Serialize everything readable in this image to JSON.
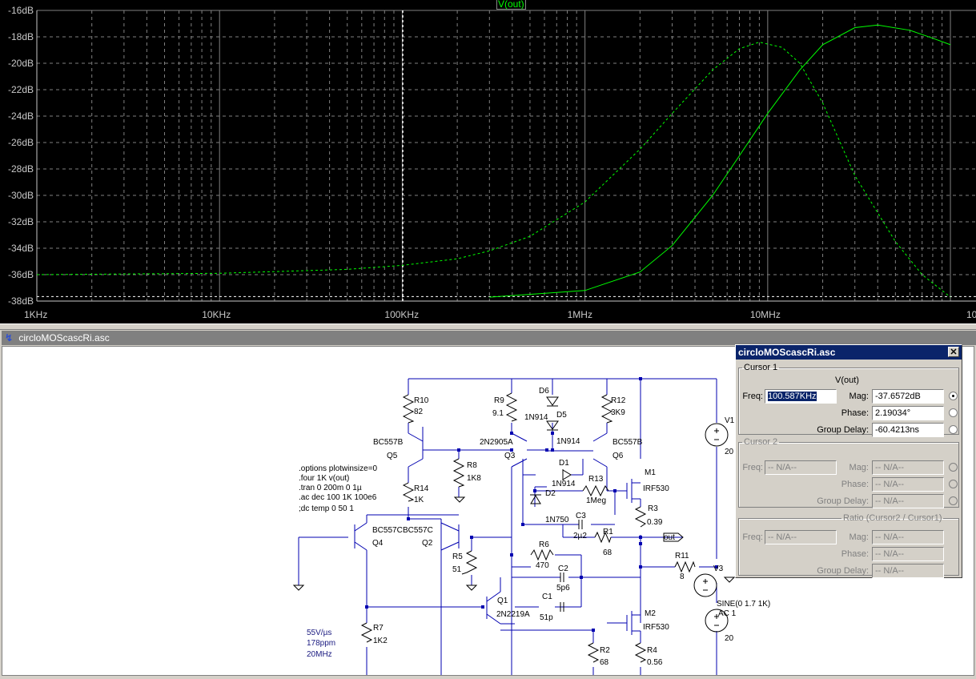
{
  "plot": {
    "trace_label": "V(out)",
    "y_ticks": [
      "-16dB",
      "-18dB",
      "-20dB",
      "-22dB",
      "-24dB",
      "-26dB",
      "-28dB",
      "-30dB",
      "-32dB",
      "-34dB",
      "-36dB",
      "-38dB"
    ],
    "x_ticks": [
      "1KHz",
      "10KHz",
      "100KHz",
      "1MHz",
      "10MHz",
      "10"
    ],
    "colors": {
      "background": "#000000",
      "grid": "#808080",
      "trace": "#00ff00"
    }
  },
  "chart_data": {
    "type": "line",
    "title": "",
    "xlabel": "",
    "ylabel": "",
    "x_scale": "log",
    "xlim": [
      1000,
      100000000
    ],
    "ylim": [
      -38,
      -16
    ],
    "grid": true,
    "series": [
      {
        "name": "V(out)",
        "style": "solid",
        "x": [
          300000,
          1000000,
          2000000,
          3000000,
          5000000,
          7000000,
          10000000,
          15000000,
          20000000,
          30000000,
          40000000,
          60000000,
          80000000,
          100000000
        ],
        "y": [
          -37.7,
          -37.2,
          -35.8,
          -33.8,
          -30.0,
          -27.0,
          -23.8,
          -20.5,
          -18.6,
          -17.3,
          -17.1,
          -17.5,
          -18.1,
          -18.6
        ]
      },
      {
        "name": "V(out)",
        "style": "dashed",
        "x": [
          1000,
          10000,
          50000,
          100000,
          200000,
          300000,
          500000,
          1000000,
          2000000,
          3000000,
          5000000,
          7000000,
          9000000,
          12000000,
          15000000,
          20000000,
          30000000,
          50000000,
          70000000,
          100000000
        ],
        "y": [
          -36.0,
          -35.9,
          -35.6,
          -35.3,
          -34.8,
          -34.2,
          -33.1,
          -30.5,
          -26.5,
          -23.8,
          -20.5,
          -18.9,
          -18.4,
          -18.8,
          -20.0,
          -23.0,
          -28.5,
          -33.5,
          -36.0,
          -37.7
        ]
      }
    ],
    "cursor": {
      "x": 100587
    }
  },
  "schematic": {
    "window_title": "circloMOScascRi.asc",
    "directives": [
      ".options plotwinsize=0",
      ".four 1K v(out)",
      ".tran 0 200m 0 1µ",
      ".ac dec 100 1K 100e6",
      ";dc temp 0 50 1"
    ],
    "notes": [
      "55V/µs",
      "178ppm",
      "20MHz"
    ],
    "labels": {
      "R10": "R10",
      "R10v": "82",
      "R9": "R9",
      "R9v": "9.1",
      "D6": "D6",
      "D5": "D5",
      "D5m": "1N914",
      "D6m": "1N914",
      "R12": "R12",
      "R12v": "3K9",
      "Q5m": "BC557B",
      "Q5": "Q5",
      "Q3m": "2N2905A",
      "Q3": "Q3",
      "Q6m": "BC557B",
      "Q6": "Q6",
      "R8": "R8",
      "R8v": "1K8",
      "D1": "D1",
      "D1m": "1N914",
      "R13": "R13",
      "R13v": "1Meg",
      "D2": "D2",
      "D2m": "1N750",
      "M1": "M1",
      "M1m": "IRF530",
      "R3": "R3",
      "R3v": "0.39",
      "C3": "C3",
      "C3v": "2µ2",
      "R1": "R1",
      "R1v": "68",
      "out": "out",
      "R14": "R14",
      "R14v": "1K",
      "Q4m": "BC557C",
      "Q2m": "BC557C",
      "Q4": "Q4",
      "Q2": "Q2",
      "R5": "R5",
      "R5v": "51",
      "R6": "R6",
      "R6v": "470",
      "C2": "C2",
      "C2v": "5p6",
      "R11": "R11",
      "R11v": "8",
      "V3": "V3",
      "Q1": "Q1",
      "Q1m": "2N2219A",
      "C1": "C1",
      "C1v": "51p",
      "M2": "M2",
      "M2m": "IRF530",
      "R7": "R7",
      "R7v": "1K2",
      "R2": "R2",
      "R2v": "68",
      "R4": "R4",
      "R4v": "0.56",
      "V1": "V1",
      "V1v": "20",
      "V2v": "20",
      "V3src": "SINE(0 1.7 1K)",
      "V3ac": "AC 1"
    }
  },
  "cursor_dialog": {
    "title": "circloMOScascRi.asc",
    "close": "✕",
    "cursor1": {
      "legend": "Cursor 1",
      "trace": "V(out)",
      "freq_label": "Freq:",
      "freq": "100.587KHz",
      "mag_label": "Mag:",
      "mag": "-37.6572dB",
      "phase_label": "Phase:",
      "phase": "2.19034°",
      "gd_label": "Group Delay:",
      "gd": "-60.4213ns"
    },
    "cursor2": {
      "legend": "Cursor 2",
      "freq_label": "Freq:",
      "freq": "-- N/A--",
      "mag_label": "Mag:",
      "mag": "-- N/A--",
      "phase_label": "Phase:",
      "phase": "-- N/A--",
      "gd_label": "Group Delay:",
      "gd": "-- N/A--"
    },
    "ratio": {
      "legend": "Ratio (Cursor2 / Cursor1)",
      "freq_label": "Freq:",
      "freq": "-- N/A--",
      "mag_label": "Mag:",
      "mag": "-- N/A--",
      "phase_label": "Phase:",
      "phase": "-- N/A--",
      "gd_label": "Group Delay:",
      "gd": "-- N/A--"
    }
  }
}
